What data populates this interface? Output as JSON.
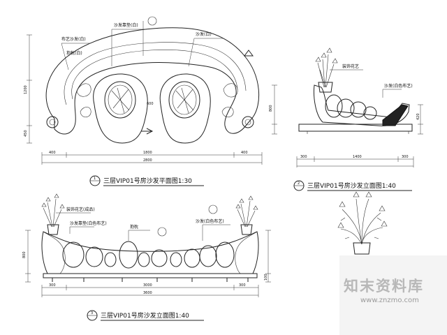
{
  "drawing": {
    "plan": {
      "title": "三层VIP01号房沙发平面图1:30",
      "marker": "1",
      "callouts": [
        "布艺沙发(白)",
        "沙发靠垫(白)",
        "沙发(白)",
        "抱枕(白)"
      ],
      "dim_overall": "2800",
      "dim_left": "400",
      "dim_right": "400",
      "dim_middle": "1800",
      "dim_height": "1200",
      "dim_arm": "450",
      "dim_center": "600"
    },
    "side": {
      "title": "三层VIP01号房沙发立面图1:40",
      "marker": "2",
      "callouts": [
        "装饰花艺",
        "沙发(白色布艺)"
      ],
      "dim_width": "1400",
      "dim_left": "300",
      "dim_right": "300",
      "dim_height": "800",
      "dim_seat": "420"
    },
    "front": {
      "title": "三层VIP01号房沙发立面图1:40",
      "marker": "3",
      "callouts": [
        "装饰花艺(成品)",
        "沙发靠垫(白色布艺)",
        "抱枕",
        "沙发(白色布艺)"
      ],
      "dim_overall": "3600",
      "dim_left": "300",
      "dim_right": "300",
      "dim_middle": "3000",
      "dim_height": "800",
      "dim_base": "100"
    }
  },
  "watermark": {
    "brand": "知末资料库",
    "url": "www.znzmo.com"
  }
}
